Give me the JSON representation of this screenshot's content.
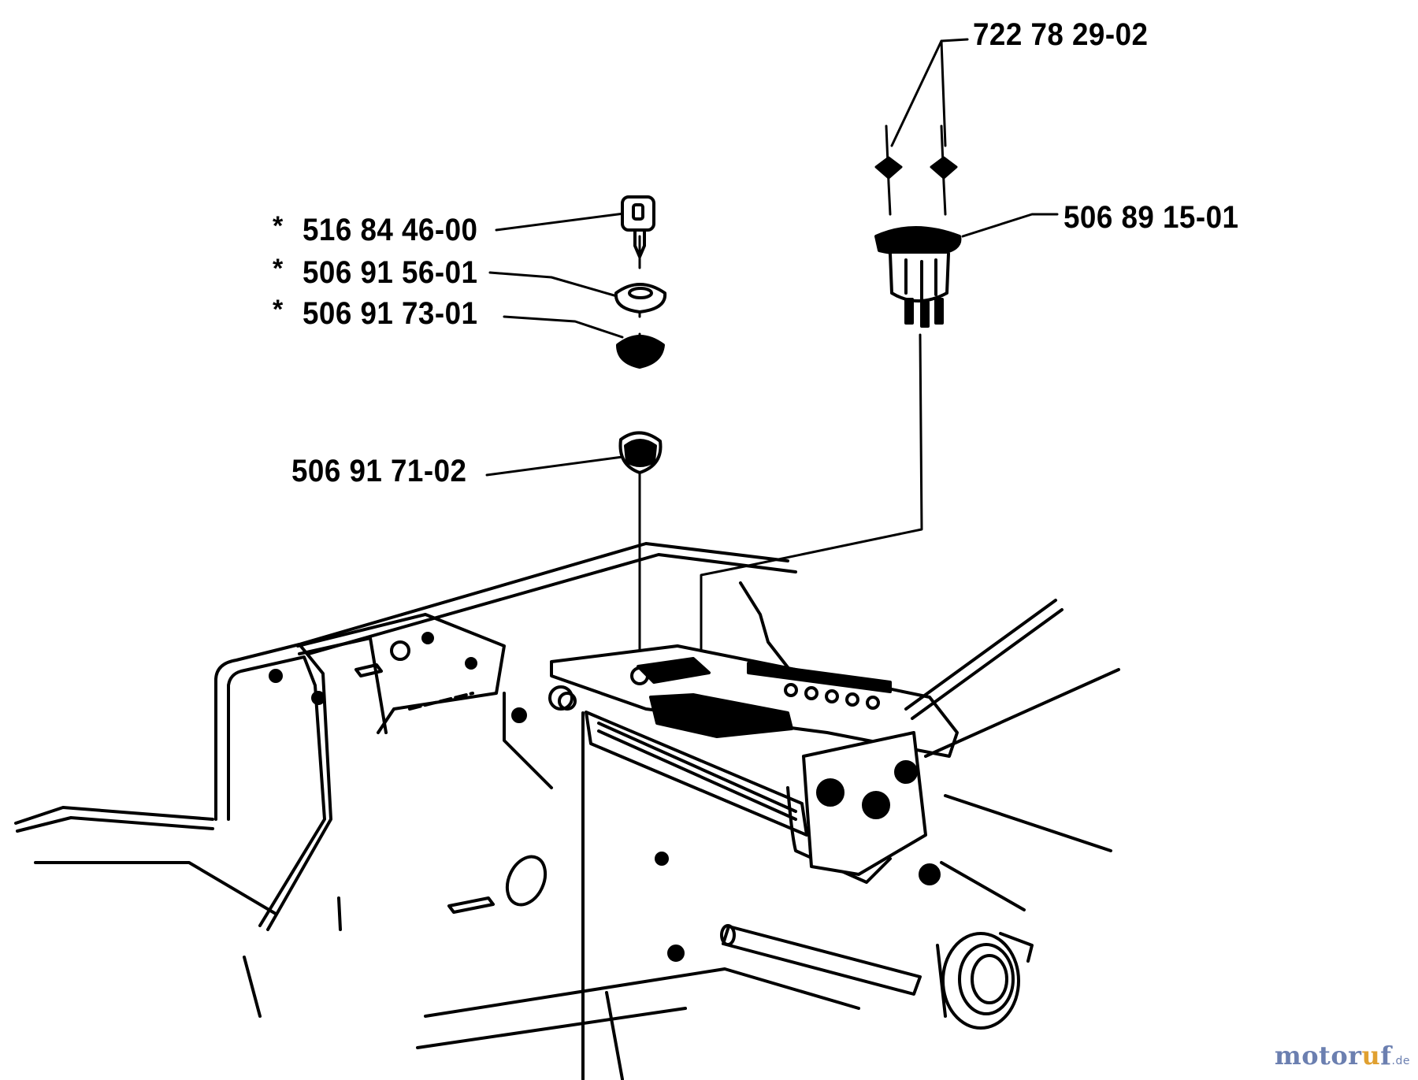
{
  "callouts": [
    {
      "id": "fuse-pins",
      "part_number": "722 78 29-02",
      "marked": false
    },
    {
      "id": "ignition-switch",
      "part_number": "506 89 15-01",
      "marked": false
    },
    {
      "id": "key",
      "part_number": "516 84 46-00",
      "marked": true,
      "mark": "*"
    },
    {
      "id": "nut",
      "part_number": "506 91 56-01",
      "marked": true,
      "mark": "*"
    },
    {
      "id": "cap",
      "part_number": "506 91 73-01",
      "marked": true,
      "mark": "*"
    },
    {
      "id": "lamp-holder",
      "part_number": "506 91 71-02",
      "marked": false
    }
  ],
  "watermark": {
    "brand_head": "motor",
    "brand_accent": "u",
    "brand_tail": "f",
    "tld": ".de"
  },
  "colors": {
    "ink": "#000000",
    "watermark": "#6b7fb0",
    "watermark_accent": "#e0a030"
  }
}
